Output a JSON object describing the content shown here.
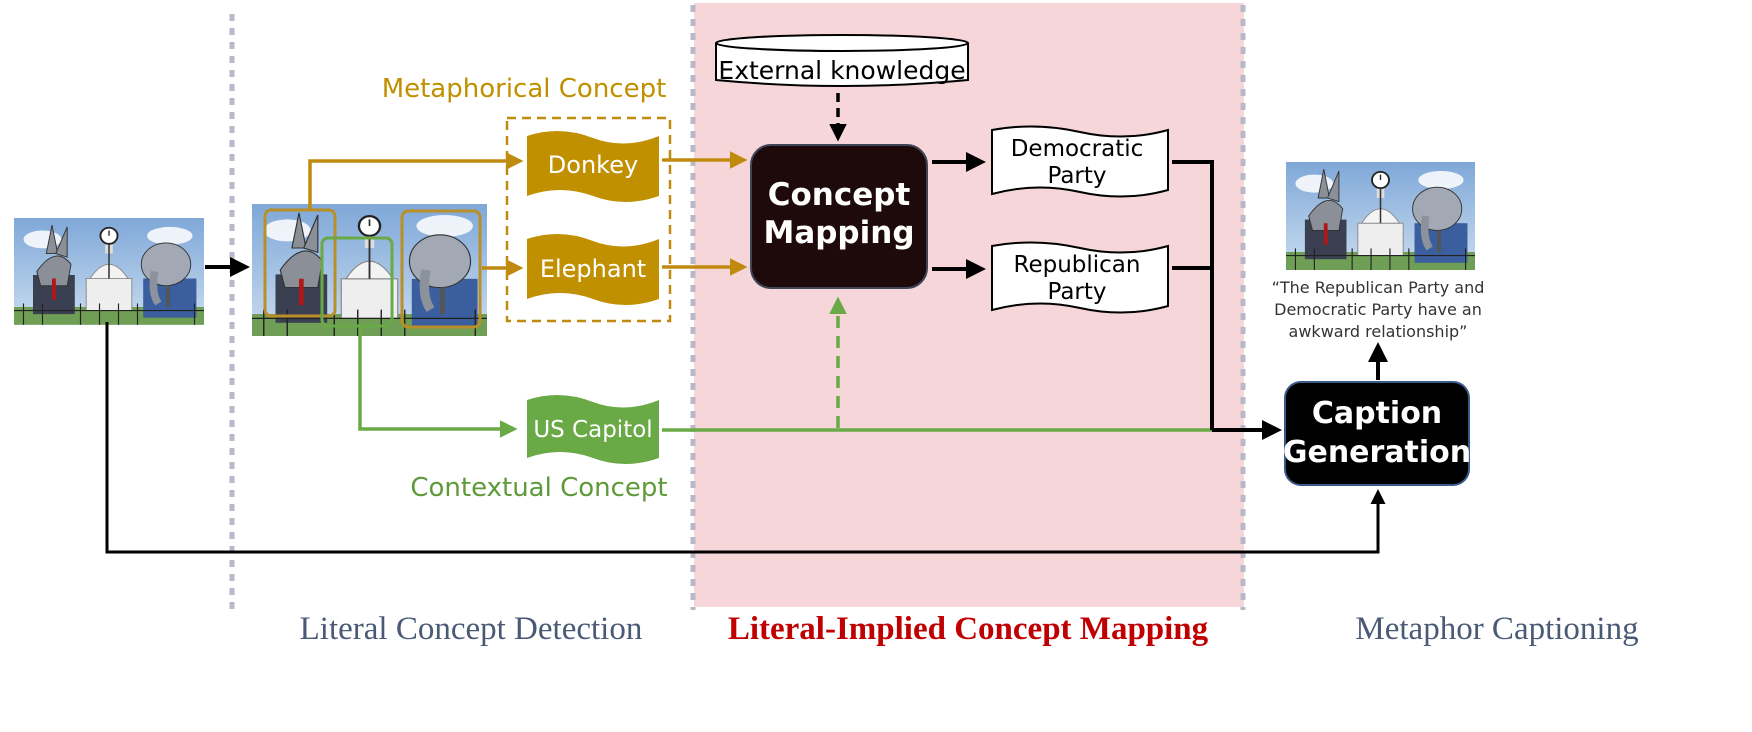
{
  "labels": {
    "metaphorical_concept": "Metaphorical Concept",
    "contextual_concept": "Contextual Concept",
    "external_knowledge": "External knowledge"
  },
  "concepts": {
    "donkey": "Donkey",
    "elephant": "Elephant",
    "us_capitol": "US Capitol"
  },
  "mapping": {
    "title_line1": "Concept",
    "title_line2": "Mapping"
  },
  "implied": {
    "democratic_line1": "Democratic",
    "democratic_line2": "Party",
    "republican_line1": "Republican",
    "republican_line2": "Party"
  },
  "caption": {
    "title_line1": "Caption",
    "title_line2": "Generation",
    "output_line1": "“The Republican Party and",
    "output_line2": "Democratic Party have an",
    "output_line3": "awkward relationship”"
  },
  "stages": {
    "stage1": "Literal Concept Detection",
    "stage2": "Literal-Implied Concept Mapping",
    "stage3": "Metaphor Captioning"
  },
  "colors": {
    "metaphor_gold": "#c09000",
    "context_green": "#6aaa46",
    "mapping_bg": "#f6d6d8",
    "mapping_box": "#1e0a0a",
    "stage_title_red": "#c00000",
    "stage_title_blue": "#4a5a76"
  }
}
